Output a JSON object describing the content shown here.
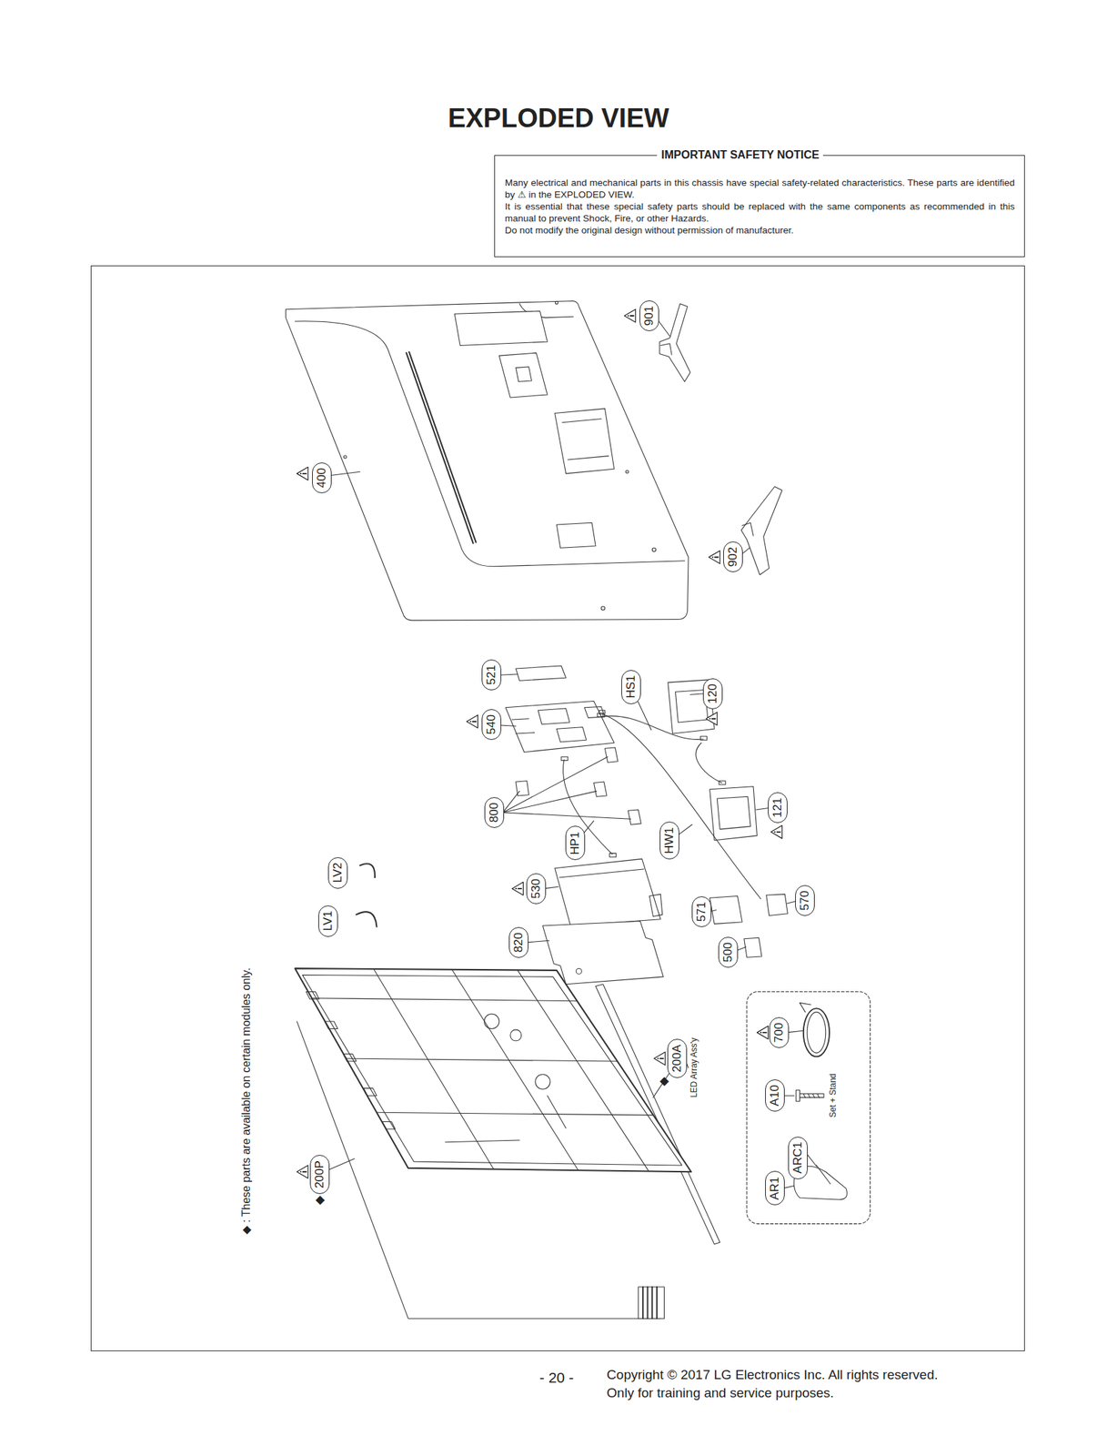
{
  "diagram": {
    "title": "EXPLODED VIEW",
    "nodes": [
      {
        "text": [
          "IMPORTANT SAFETY NOTICE",
          "Many electrical and mechanical parts in this chassis have special safety-related characteristics. These parts are identified by ⚠ in the EXPLODED VIEW.",
          "It is essential that these special safety parts should be replaced with the same components as recommended in this manual to prevent Shock, Fire, or other Hazards.",
          "Do not modify the original design without permission of manufacturer."
        ]
      },
      {
        "text": [
          "◆ : These parts are available on certain modules only."
        ]
      },
      {
        "text": [
          "901"
        ],
        "in": 1
      },
      {
        "text": [
          "400"
        ],
        "in": 1
      },
      {
        "text": [
          "902"
        ],
        "in": 1
      },
      {
        "text": [
          "521"
        ],
        "in": 1
      },
      {
        "text": [
          "HS1"
        ],
        "in": 1
      },
      {
        "text": [
          "120"
        ],
        "in": 1
      },
      {
        "text": [
          "540"
        ],
        "in": 1
      },
      {
        "text": [
          "800"
        ],
        "in": 1
      },
      {
        "text": [
          "121"
        ],
        "in": 1
      },
      {
        "text": [
          "HP1"
        ],
        "in": 1
      },
      {
        "text": [
          "HW1"
        ],
        "in": 1
      },
      {
        "text": [
          "LV2"
        ],
        "in": 1
      },
      {
        "text": [
          "530"
        ],
        "in": 1
      },
      {
        "text": [
          "571"
        ],
        "in": 1
      },
      {
        "text": [
          "570"
        ],
        "in": 1
      },
      {
        "text": [
          "LV1"
        ],
        "in": 1
      },
      {
        "text": [
          "820"
        ],
        "in": 1
      },
      {
        "text": [
          "500"
        ],
        "in": 1
      },
      {
        "text": [
          "700"
        ],
        "in": 1
      },
      {
        "text": [
          "200A"
        ],
        "in": 1
      },
      {
        "text": [
          "A10"
        ],
        "in": 1
      },
      {
        "text": [
          "ARC1"
        ],
        "in": 1
      },
      {
        "text": [
          "200P"
        ],
        "in": 1
      },
      {
        "text": [
          "AR1"
        ],
        "in": 1
      }
    ],
    "labels": [
      "◆",
      "LED Array Ass'y",
      "◆",
      "Set + Stand",
      "- 20 -",
      "Copyright © 2017 LG Electronics Inc. All rights reserved.",
      "Only for training and service purposes."
    ]
  }
}
